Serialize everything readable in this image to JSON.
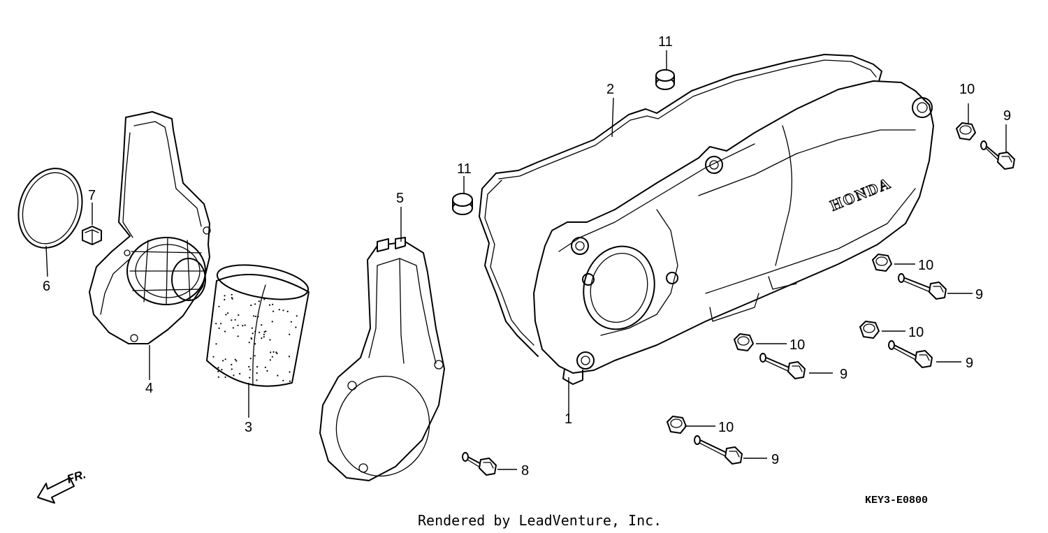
{
  "diagram": {
    "code": "KEY3-E0800",
    "credit": "Rendered by LeadVenture, Inc.",
    "direction_label": "FR.",
    "brand_mark": "HONDA"
  },
  "callouts": [
    "1",
    "2",
    "3",
    "4",
    "5",
    "6",
    "7",
    "8",
    "9",
    "9",
    "9",
    "9",
    "9",
    "10",
    "10",
    "10",
    "10",
    "10",
    "11",
    "11"
  ]
}
